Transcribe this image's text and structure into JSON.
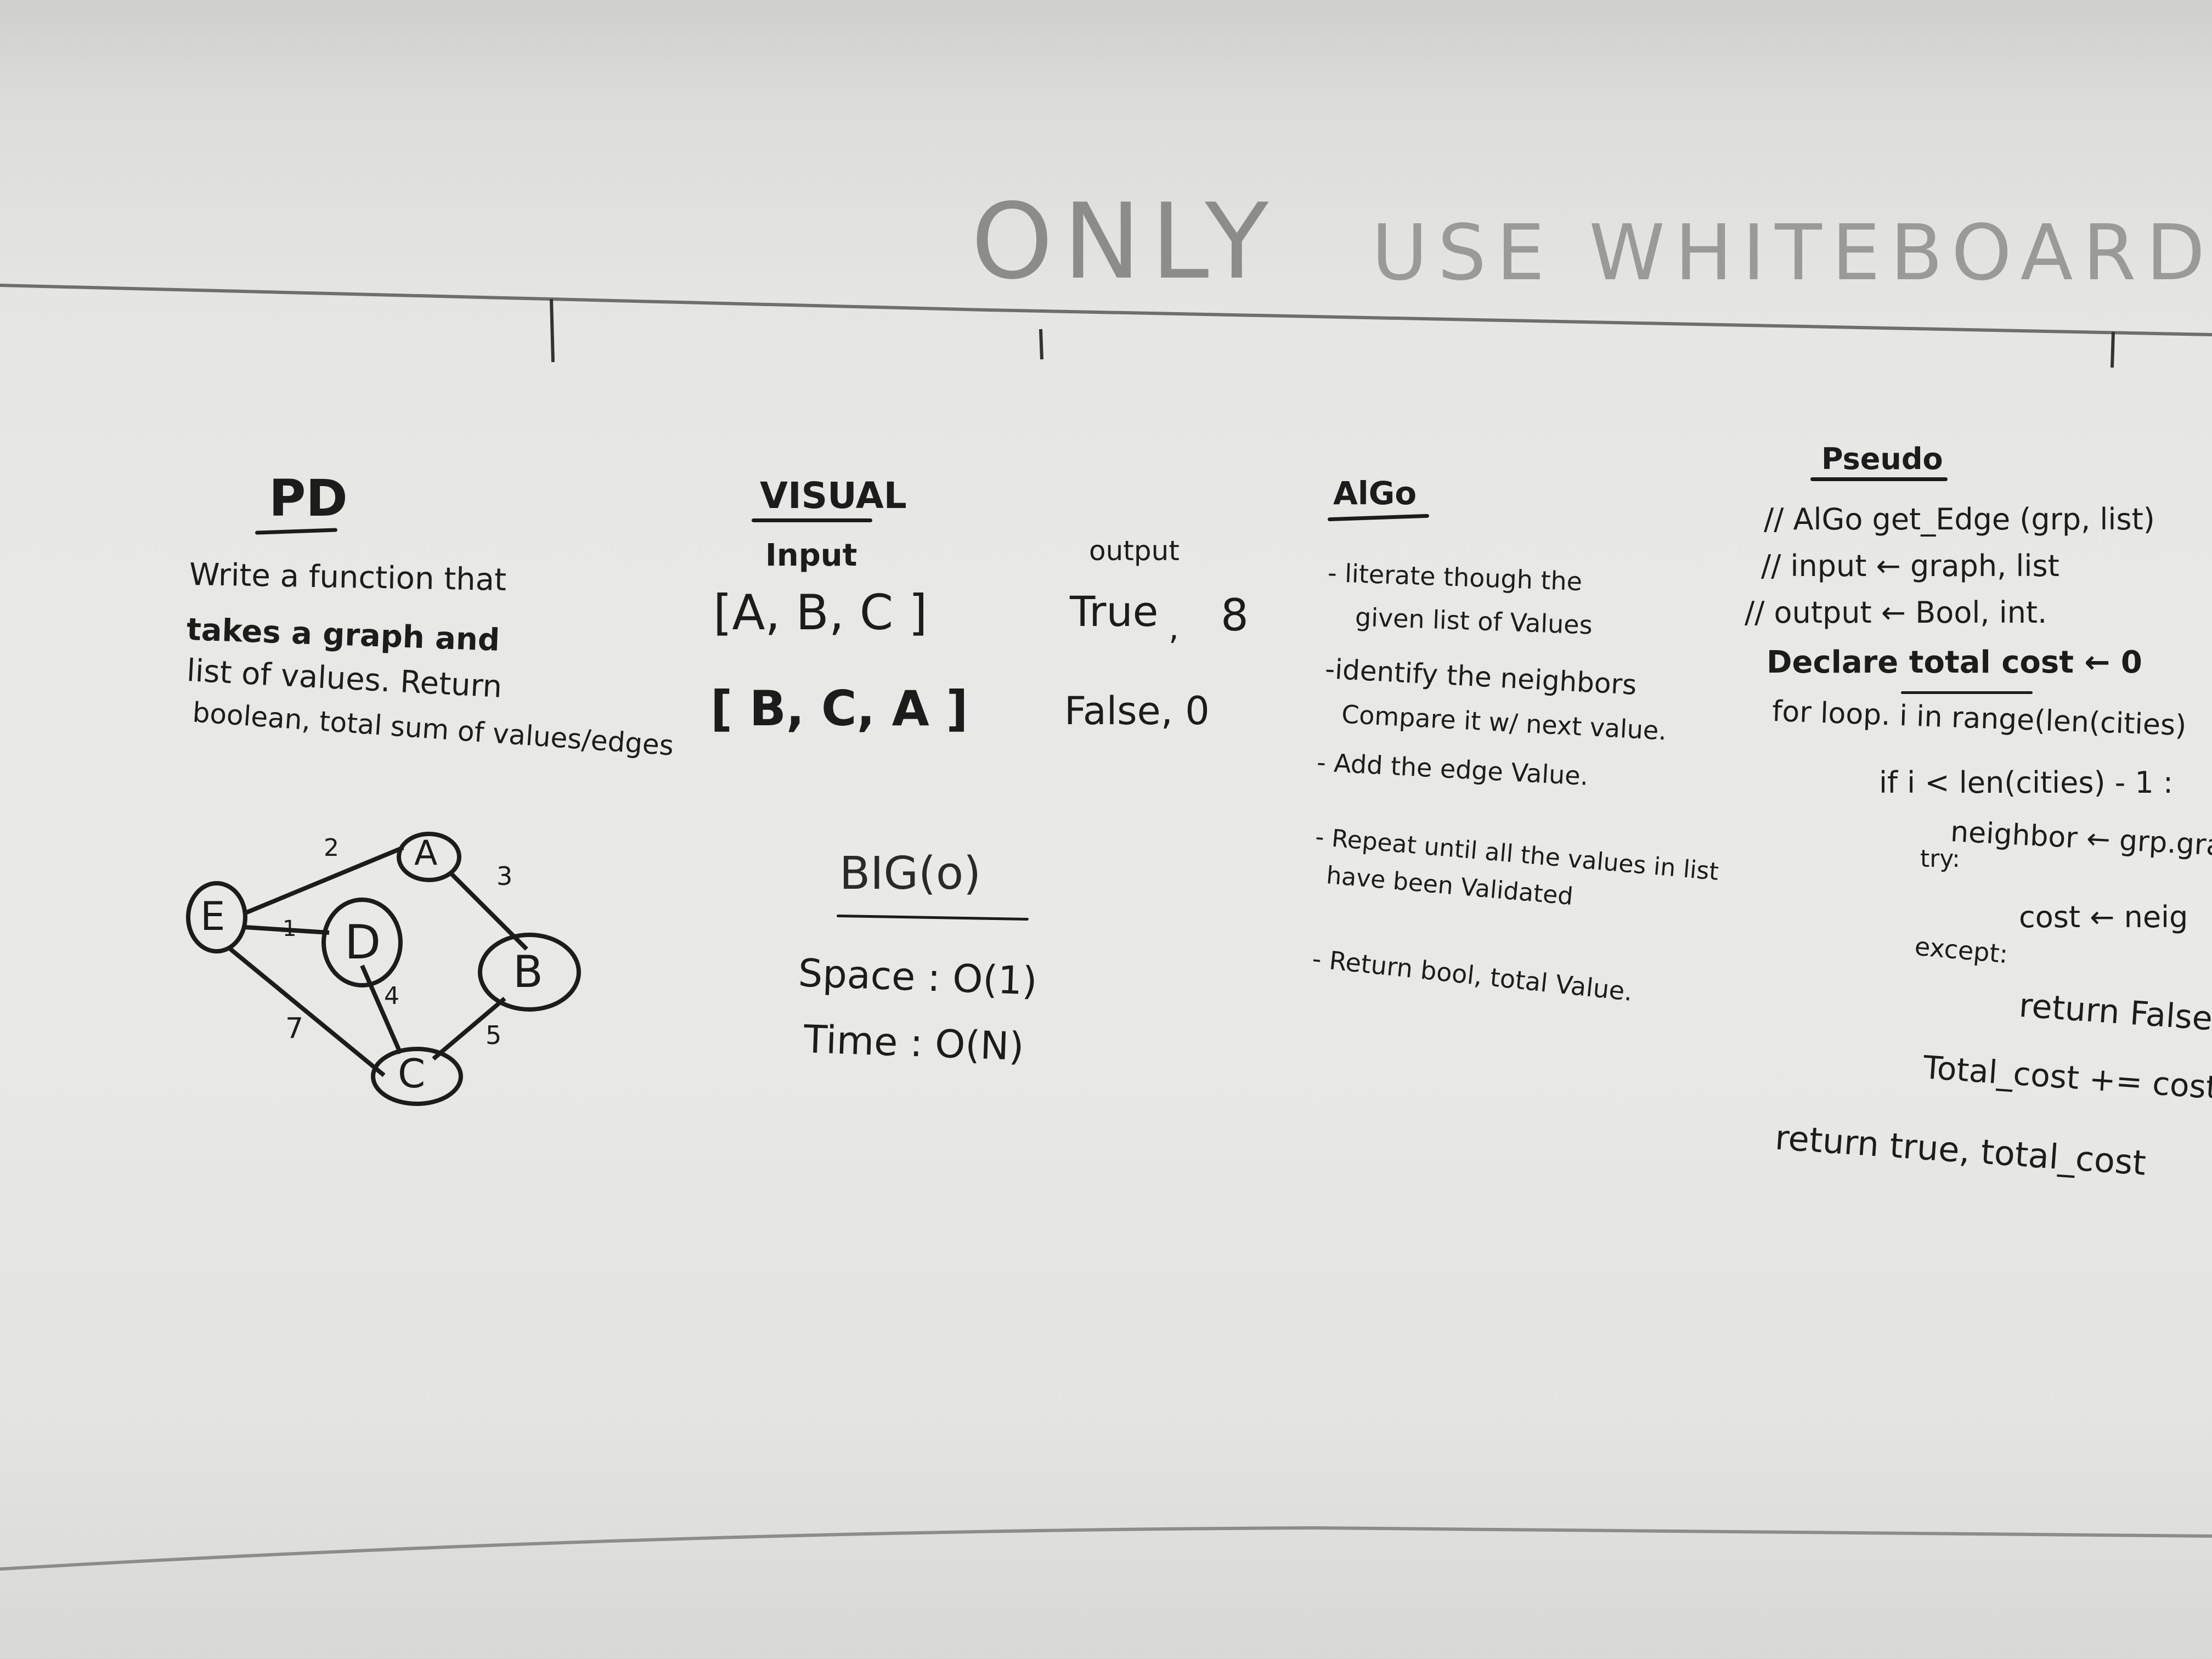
{
  "top_banner": {
    "text_left": "ONLY",
    "text_right": "USE WHITEBOARD I"
  },
  "pd": {
    "title": "PD",
    "lines": [
      "Write a function that",
      "takes a graph and",
      "list of values. Return",
      "boolean, total sum of values/edges"
    ]
  },
  "graph": {
    "nodes": [
      "E",
      "A",
      "D",
      "B",
      "C"
    ],
    "edges": [
      {
        "from": "E",
        "to": "A",
        "weight": "2"
      },
      {
        "from": "E",
        "to": "D",
        "weight": "1"
      },
      {
        "from": "A",
        "to": "B",
        "weight": "3"
      },
      {
        "from": "D",
        "to": "C",
        "weight": "4"
      },
      {
        "from": "B",
        "to": "C",
        "weight": "5"
      },
      {
        "from": "E",
        "to": "C",
        "weight": "7"
      }
    ]
  },
  "visual": {
    "title": "VISUAL",
    "input_label": "Input",
    "output_label": "output",
    "input_1": "[A, B, C ]",
    "output_1_bool": "True",
    "output_1_sep": ",",
    "output_1_num": "8",
    "input_2": "[ B, C, A ]",
    "output_2": "False, 0"
  },
  "bigo": {
    "title": "BIG(o)",
    "space": "Space : O(1)",
    "time": "Time : O(N)"
  },
  "algo": {
    "title": "AlGo",
    "lines": [
      "- literate though the",
      "given list of Values",
      "-identify the neighbors",
      "Compare it w/ next value.",
      "- Add the edge Value.",
      "- Repeat until all the values in list",
      "have been Validated",
      "- Return bool, total Value."
    ]
  },
  "pseudo": {
    "title": "Pseudo",
    "lines": [
      "// AlGo get_Edge (grp, list)",
      "// input ← graph, list",
      "// output ← Bool, int.",
      "Declare total cost ← 0",
      "for loop. i in range(len(cities)",
      "if i < len(cities) - 1 :",
      "neighbor ← grp.grap",
      "try:",
      "cost ← neig",
      "except:",
      "return False",
      "Total_cost += cost",
      "return true, total_cost"
    ]
  }
}
